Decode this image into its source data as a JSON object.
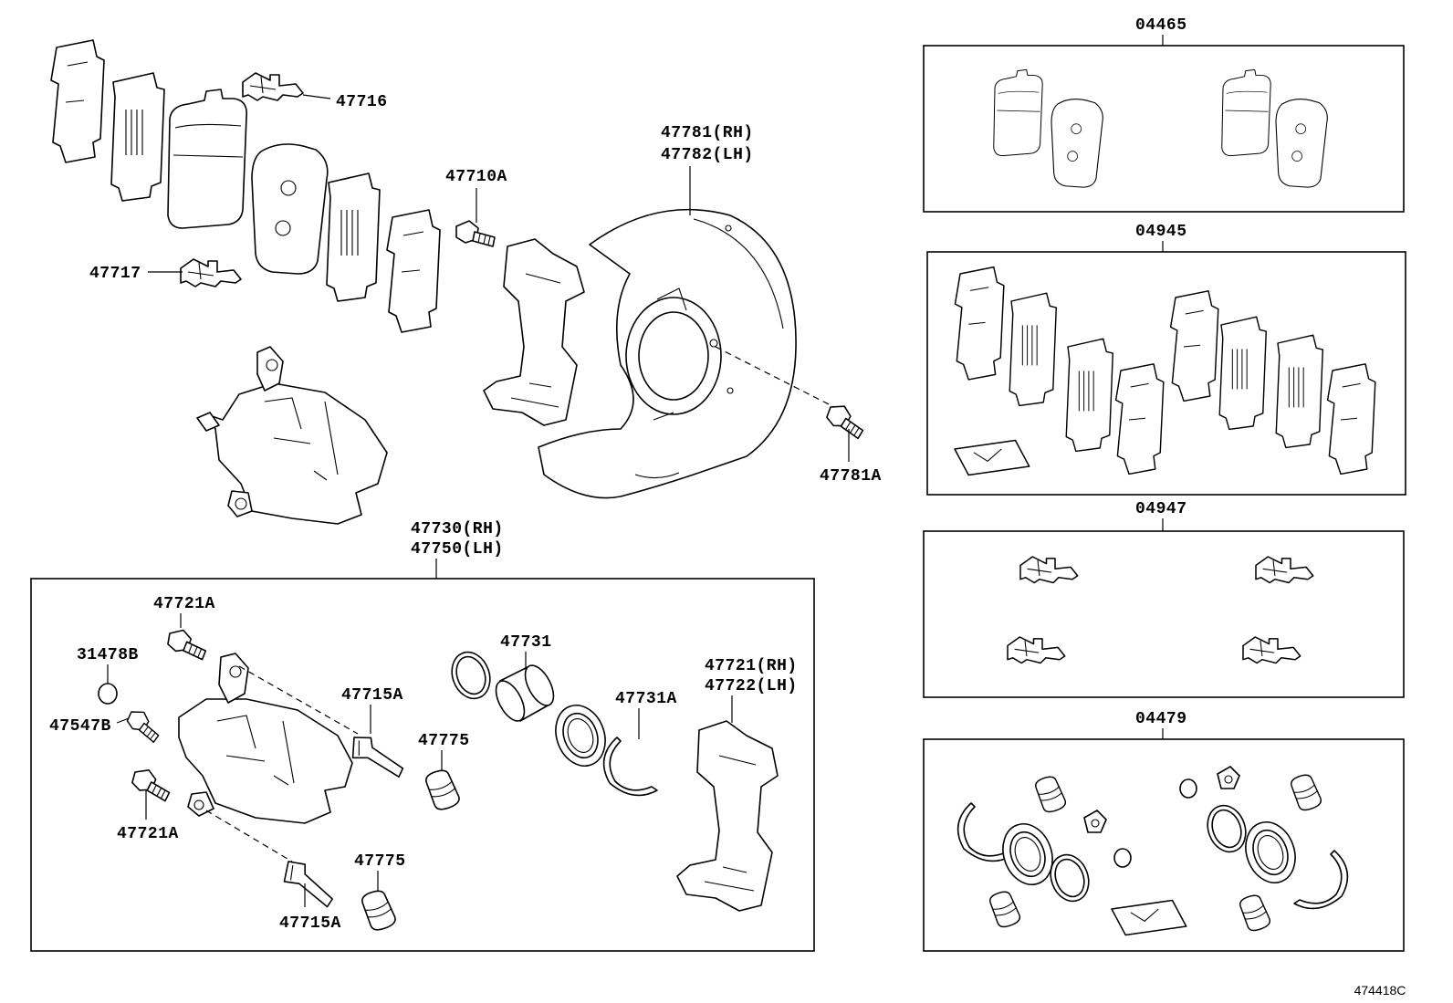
{
  "diagram": {
    "kits": [
      "04465",
      "04945",
      "04947",
      "04479"
    ],
    "parts": {
      "p47716": "47716",
      "p47717": "47717",
      "p47710A": "47710A",
      "p47781RH": "47781(RH)",
      "p47782LH": "47782(LH)",
      "p47781A": "47781A",
      "p47730RH": "47730(RH)",
      "p47750LH": "47750(LH)",
      "p47721A_top": "47721A",
      "p31478B": "31478B",
      "p47547B": "47547B",
      "p47721A_bottom": "47721A",
      "p47715A_top": "47715A",
      "p47775_top": "47775",
      "p47731": "47731",
      "p47731A": "47731A",
      "p47721RH": "47721(RH)",
      "p47722LH": "47722(LH)",
      "p47775_bottom": "47775",
      "p47715A_bottom": "47715A"
    },
    "reference_code": "474418C"
  }
}
